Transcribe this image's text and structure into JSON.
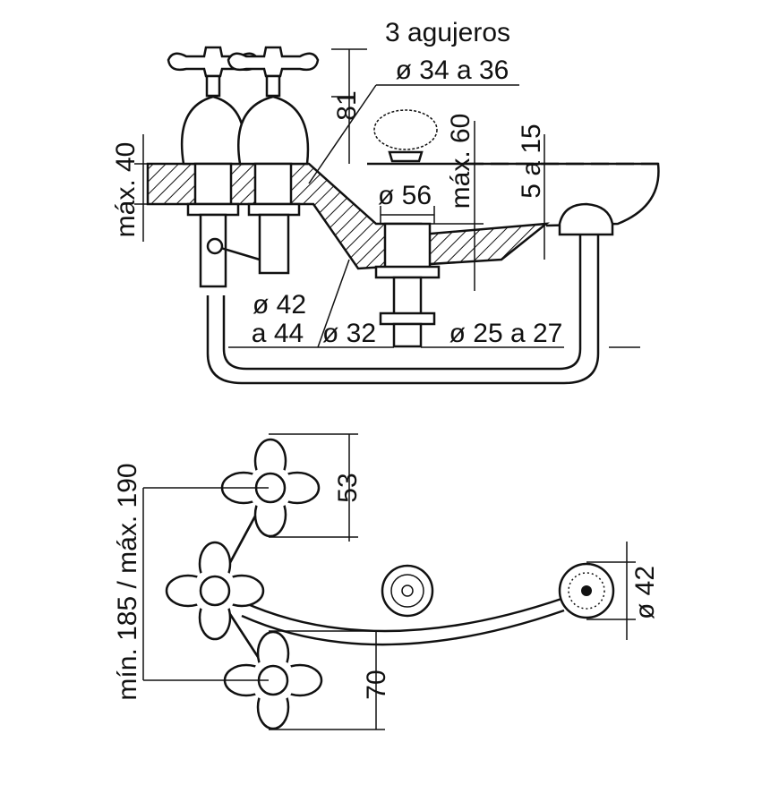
{
  "side_view": {
    "holes_label": "3 agujeros",
    "hole_diameter": "ø 34 a 36",
    "handle_height": "81",
    "deck_max": "máx. 40",
    "basin_depth_max": "máx. 60",
    "rim_offset": "5 a 15",
    "drain_diameter": "ø 56",
    "spout_hole_diameter": "ø 42",
    "spout_hole_diameter_max": "a 44",
    "drain_pipe_diameter": "ø 32",
    "popup_pipe_diameter": "ø 25 a 27"
  },
  "top_view": {
    "handle_spacing": "53",
    "overall_span": "mín. 185 / máx. 190",
    "lower_offset": "70",
    "popup_diameter": "ø 42"
  }
}
